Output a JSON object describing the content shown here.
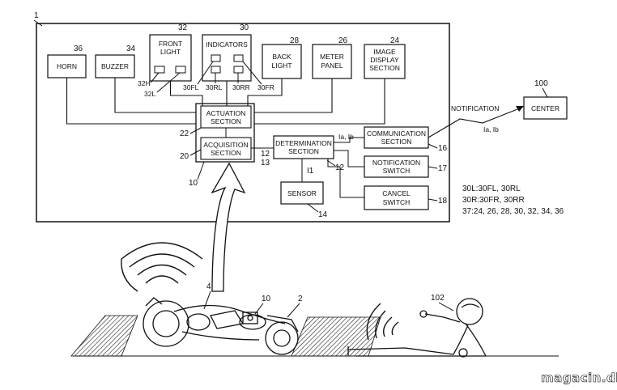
{
  "system_number": "1",
  "blocks": {
    "horn": {
      "label": [
        "HORN"
      ],
      "ref": "36"
    },
    "buzzer": {
      "label": [
        "BUZZER"
      ],
      "ref": "34"
    },
    "front_light": {
      "label": [
        "FRONT",
        "LIGHT"
      ],
      "ref": "32",
      "sub_refs": [
        "32H",
        "32L"
      ]
    },
    "indicators": {
      "label": [
        "INDICATORS"
      ],
      "ref": "30",
      "sub_refs": [
        "30FL",
        "30RL",
        "30RR",
        "30FR"
      ]
    },
    "back_light": {
      "label": [
        "BACK",
        "LIGHT"
      ],
      "ref": "28"
    },
    "meter_panel": {
      "label": [
        "METER",
        "PANEL"
      ],
      "ref": "26"
    },
    "image_display": {
      "label": [
        "IMAGE",
        "DISPLAY",
        "SECTION"
      ],
      "ref": "24"
    },
    "actuation": {
      "label": [
        "ACTUATION",
        "SECTION"
      ],
      "ref": "22"
    },
    "acquisition": {
      "label": [
        "ACQUISITION",
        "SECTION"
      ],
      "ref": "20"
    },
    "controller": {
      "ref": "10",
      "signal_refs": [
        "12",
        "13"
      ]
    },
    "determination": {
      "label": [
        "DETERMINATION",
        "SECTION"
      ],
      "ref": "12"
    },
    "sensor": {
      "label": [
        "SENSOR"
      ],
      "ref": "14",
      "signal": "I1"
    },
    "communication": {
      "label": [
        "COMMUNICATION",
        "SECTION"
      ],
      "ref": "16"
    },
    "notification_switch": {
      "label": [
        "NOTIFICATION",
        "SWITCH"
      ],
      "ref": "17"
    },
    "cancel_switch": {
      "label": [
        "CANCEL",
        "SWITCH"
      ],
      "ref": "18"
    },
    "center": {
      "label": [
        "CENTER"
      ],
      "ref": "100"
    }
  },
  "signals": {
    "det_to_comm": "Ia, Ib",
    "to_center": "Ia, Ib",
    "notification": "NOTIFICATION"
  },
  "legend": [
    "30L:30FL, 30RL",
    "30R:30FR, 30RR",
    "37:24, 26, 28, 30, 32, 34, 36"
  ],
  "scene": {
    "motorcycle_ref": "4",
    "device_ref": "10",
    "ground_ref": "2",
    "rider_ref": "102"
  },
  "watermark": "magacin.dk"
}
